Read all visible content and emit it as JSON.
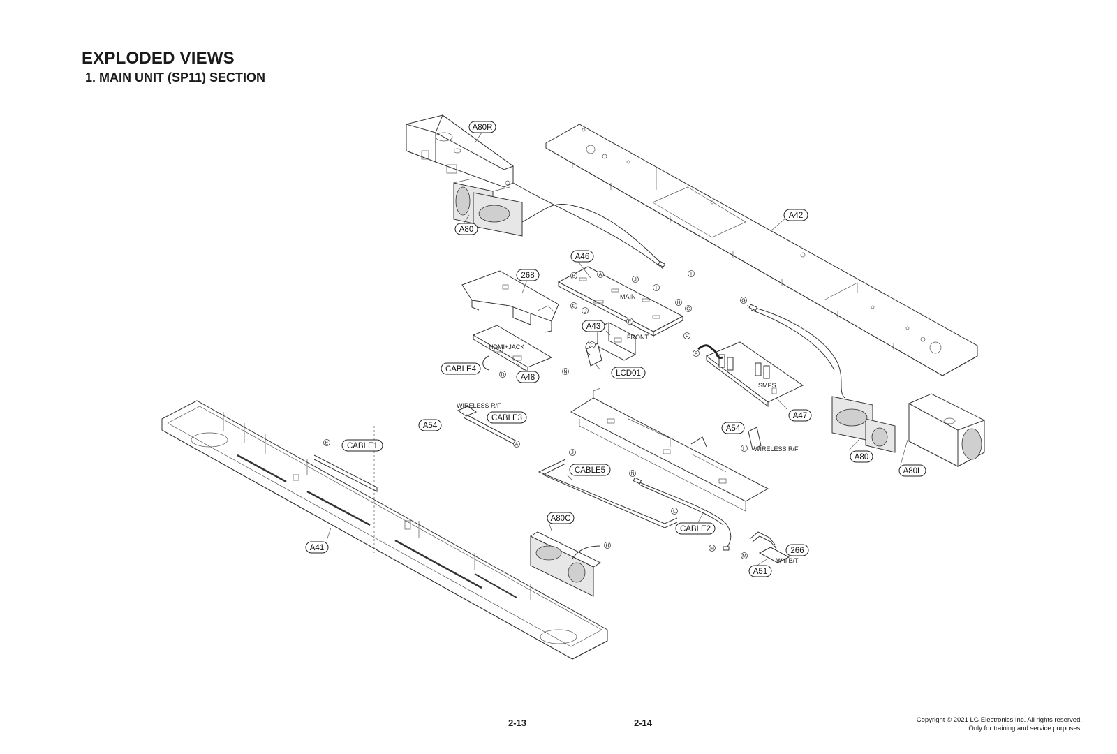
{
  "header": {
    "title": "EXPLODED VIEWS",
    "subtitle": "1. MAIN UNIT (SP11) SECTION"
  },
  "footer": {
    "page_left": "2-13",
    "page_right": "2-14",
    "copyright_line1": "Copyright © 2021 LG Electronics Inc. All rights reserved.",
    "copyright_line2": "Only for training and service purposes."
  },
  "part_labels": {
    "a80r": "A80R",
    "a42": "A42",
    "a80_top": "A80",
    "a46": "A46",
    "a268": "268",
    "a43": "A43",
    "a48": "A48",
    "cable4": "CABLE4",
    "lcd01": "LCD01",
    "a47": "A47",
    "a54_left": "A54",
    "cable3": "CABLE3",
    "a54_right": "A54",
    "a80_right": "A80",
    "a80l": "A80L",
    "cable1": "CABLE1",
    "cable5": "CABLE5",
    "a41": "A41",
    "a80c": "A80C",
    "cable2": "CABLE2",
    "a266": "266",
    "a51": "A51"
  },
  "board_labels": {
    "main": "MAIN",
    "front": "FRONT",
    "hdmi_jack": "HDMI+JACK",
    "smps": "SMPS",
    "wireless_rf_left": "WIRELESS R/F",
    "wireless_rf_right": "WIRELESS R/F",
    "wifi_bt": "Wifi B/T"
  },
  "connector_letters": {
    "i_top": "I",
    "b": "B",
    "a_main": "A",
    "j_main": "J",
    "i_main": "I",
    "h_main": "H",
    "g_main": "G",
    "c_main": "C",
    "d_main": "D",
    "e_main": "E",
    "f_main": "F",
    "g_right": "G",
    "c_lcd": "C",
    "f_smps": "F",
    "d_hdmi": "D",
    "n_hdmi": "N",
    "a_cable3": "A",
    "e_cable1": "E",
    "j_cable5": "J",
    "n_cable2": "N",
    "l_wireless": "L",
    "l_cable5": "L",
    "h_a80c": "H",
    "m_cable2": "M",
    "m_a51": "M"
  }
}
